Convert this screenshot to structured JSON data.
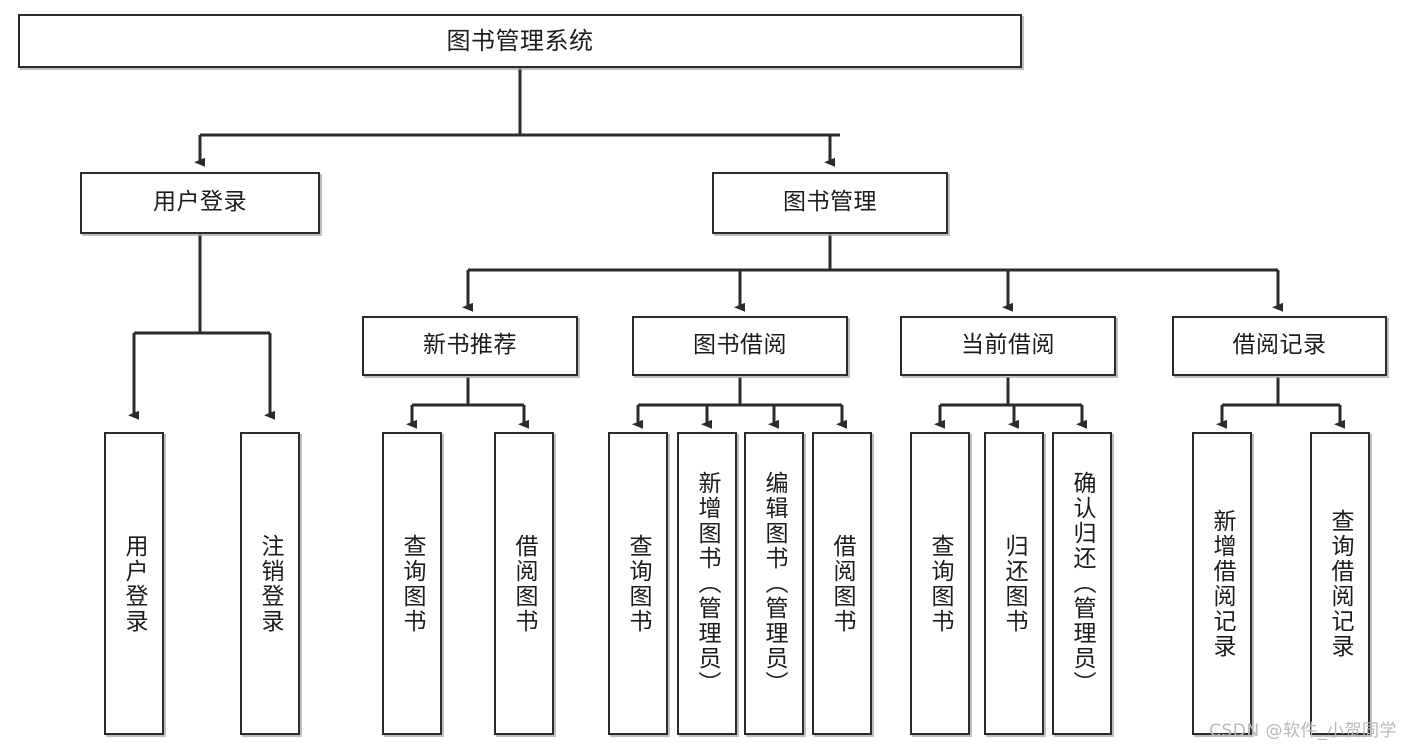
{
  "diagram": {
    "title": "图书管理系统",
    "type": "hierarchy-tree",
    "colors": {
      "background": "#ffffff",
      "node_fill": "#ffffff",
      "node_border": "#2b2b2b",
      "connector": "#2b2b2b",
      "text": "#1c1c1c",
      "watermark": "#b9b9b9"
    },
    "root": {
      "label": "图书管理系统"
    },
    "level2": [
      {
        "label": "用户登录"
      },
      {
        "label": "图书管理"
      }
    ],
    "level3": [
      {
        "label": "新书推荐"
      },
      {
        "label": "图书借阅"
      },
      {
        "label": "当前借阅"
      },
      {
        "label": "借阅记录"
      }
    ],
    "leaves": {
      "user_login": [
        {
          "label": "用户登录"
        },
        {
          "label": "注销登录"
        }
      ],
      "new_book_recommend": [
        {
          "label": "查询图书"
        },
        {
          "label": "借阅图书"
        }
      ],
      "book_borrow": [
        {
          "label": "查询图书"
        },
        {
          "label": "新增图书（管理员）"
        },
        {
          "label": "编辑图书（管理员）"
        },
        {
          "label": "借阅图书"
        }
      ],
      "current_borrow": [
        {
          "label": "查询图书"
        },
        {
          "label": "归还图书"
        },
        {
          "label": "确认归还（管理员）"
        }
      ],
      "borrow_record": [
        {
          "label": "新增借阅记录"
        },
        {
          "label": "查询借阅记录"
        }
      ]
    }
  },
  "watermark": {
    "text": "CSDN @软件_小贺同学"
  }
}
